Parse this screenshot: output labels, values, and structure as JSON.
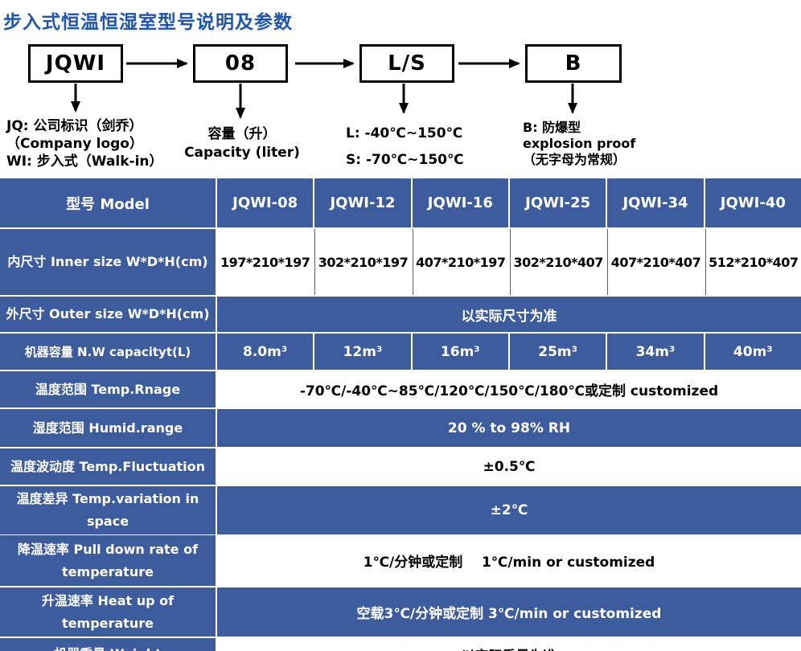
{
  "page_title": "步入式恒温恒湿室型号说明及参数",
  "diagram": {
    "boxes": [
      "JQWI",
      "08",
      "L/S",
      "B"
    ],
    "notes": {
      "jqwi": [
        "JQ: 公司标识（剑乔）",
        "（Company logo）",
        "WI: 步入式（Walk-in）"
      ],
      "capacity": [
        "容量（升）",
        "Capacity (liter)"
      ],
      "ls": [
        "L: -40℃~150℃",
        "S: -70℃~150℃"
      ],
      "b": [
        "B: 防爆型",
        "explosion proof",
        "（无字母为常规）"
      ]
    }
  },
  "table": {
    "model_header": "型号 Model",
    "models": [
      "JQWI-08",
      "JQWI-12",
      "JQWI-16",
      "JQWI-25",
      "JQWI-34",
      "JQWI-40"
    ],
    "inner_size": {
      "label": "内尺寸 Inner size W*D*H(cm)",
      "values": [
        "197*210*197",
        "302*210*197",
        "407*210*197",
        "302*210*407",
        "407*210*407",
        "512*210*407"
      ]
    },
    "outer_size": {
      "label": "外尺寸 Outer size W*D*H(cm)",
      "value": "以实际尺寸为准"
    },
    "capacity": {
      "label": "机器容量 N.W capacityt(L)",
      "values": [
        "8.0m³",
        "12m³",
        "16m³",
        "25m³",
        "34m³",
        "40m³"
      ]
    },
    "temp_range": {
      "label": "温度范围 Temp.Rnage",
      "value": "-70℃/-40℃~85℃/120℃/150℃/180℃或定制 customized"
    },
    "humidity": {
      "label": "湿度范围 Humid.range",
      "value": "20 % to 98% RH"
    },
    "fluctuation": {
      "label": "温度波动度 Temp.Fluctuation",
      "value": "±0.5℃"
    },
    "variation": {
      "label": "温度差异 Temp.variation in space",
      "value": "±2℃"
    },
    "pulldown": {
      "label": "降温速率 Pull down rate of temperature",
      "value": "1℃/分钟或定制    1℃/min or customized"
    },
    "heatup": {
      "label": "升温速率 Heat up of temperature",
      "value": "空载3℃/分钟或定制 3℃/min or customized"
    },
    "partial": {
      "label": "机器重量 Weight",
      "value": "以实际重量为准"
    }
  },
  "colors": {
    "table_blue": "#3d5c9d",
    "title_blue": "#1e55b0"
  }
}
